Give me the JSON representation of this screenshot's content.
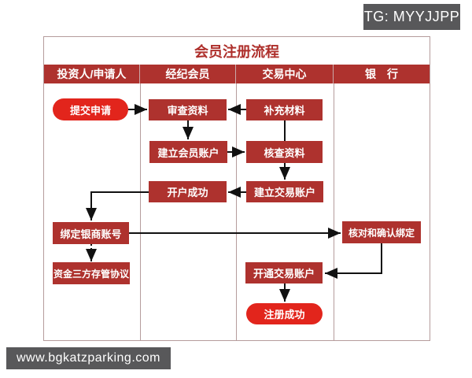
{
  "watermarks": {
    "tg_badge": "TG: MYYJJPP",
    "site_badge": "www.bgkatzparking.com"
  },
  "flowchart": {
    "title": "会员注册流程",
    "columns": [
      "投资人/申请人",
      "经纪会员",
      "交易中心",
      "银　行"
    ],
    "nodes": {
      "submit_application": "提交申请",
      "review_materials": "审查资料",
      "supplement_materials": "补充材料",
      "create_member_account": "建立会员账户",
      "verify_materials": "核查资料",
      "account_open_success": "开户成功",
      "create_trading_account": "建立交易账户",
      "bind_bank_account": "绑定银商账号",
      "verify_confirm_binding": "核对和确认绑定",
      "tripartite_custody_agreement": "资金三方存管协议",
      "activate_trading_account": "开通交易账户",
      "register_success": "注册成功"
    },
    "colors": {
      "header_red": "#ae322e",
      "node_red": "#ae322e",
      "pill_red": "#e2251c",
      "title_red": "#ae2f2b",
      "table_border": "#b59c9c",
      "badge_bg": "#58585a",
      "arrow": "#111111"
    }
  }
}
